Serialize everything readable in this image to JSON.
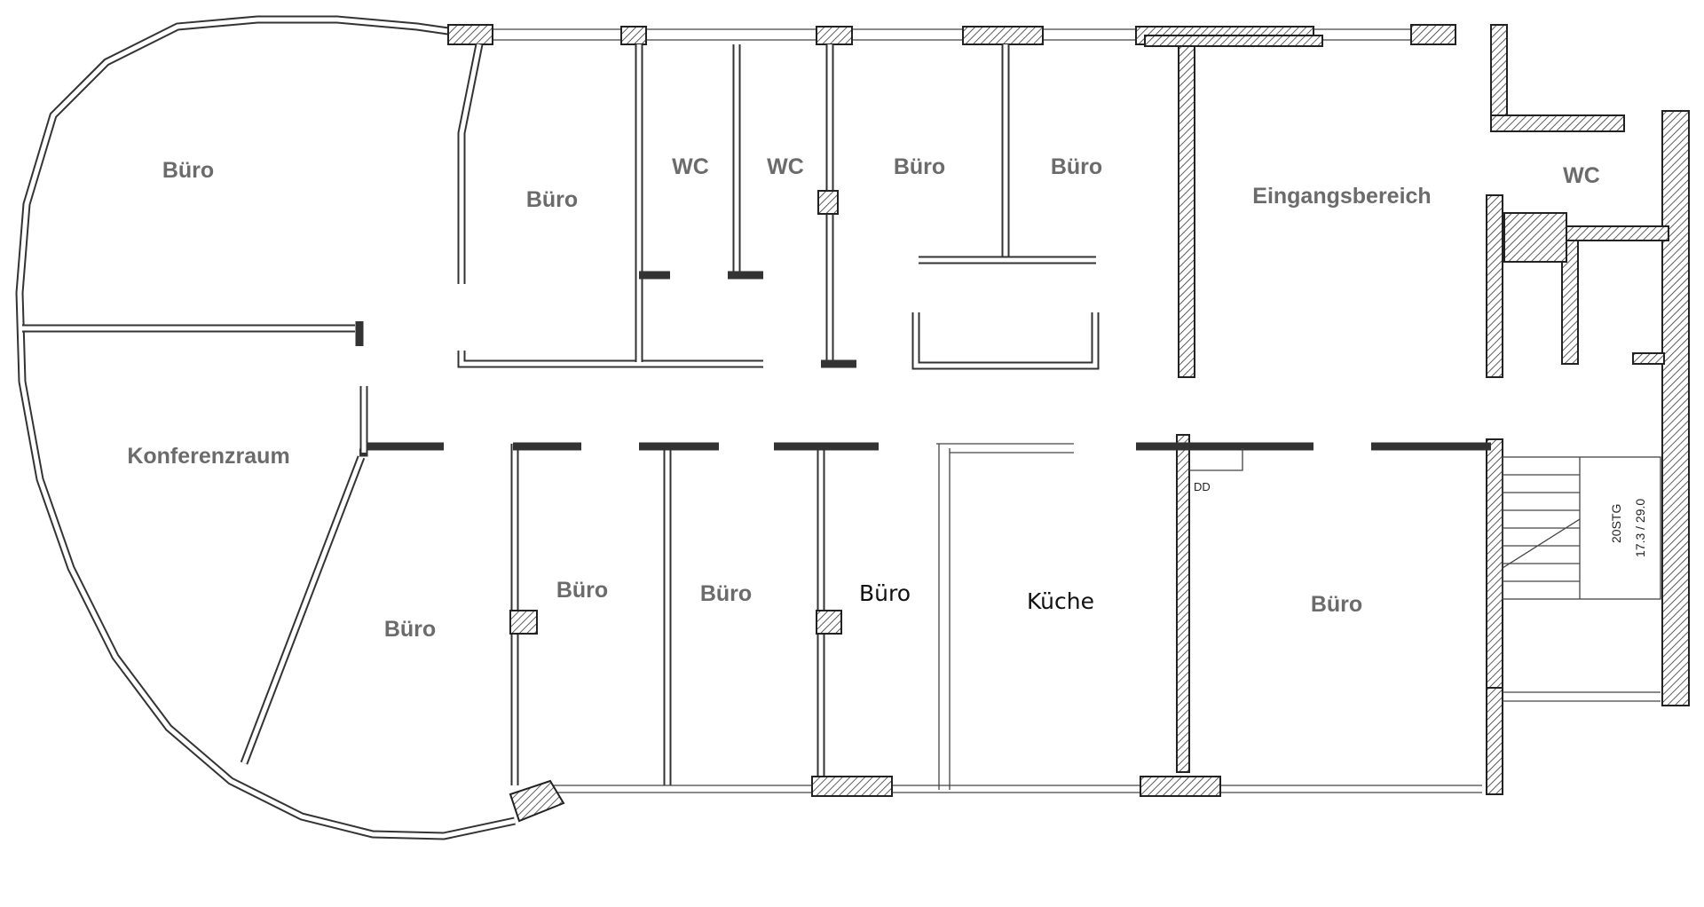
{
  "rooms": {
    "buero_round_top": "Büro",
    "konferenzraum": "Konferenzraum",
    "buero_round_bottom": "Büro",
    "buero_top_2": "Büro",
    "wc_1": "WC",
    "wc_2": "WC",
    "buero_top_3": "Büro",
    "buero_top_4": "Büro",
    "eingangsbereich": "Eingangsbereich",
    "wc_3": "WC",
    "buero_bottom_1": "Büro",
    "buero_bottom_2": "Büro",
    "buero_bottom_3": "Büro",
    "kueche": "Küche",
    "buero_bottom_4": "Büro"
  },
  "annotations": {
    "dd": "DD",
    "stair_steps": "20STG",
    "stair_dims": "17.3 / 29.0"
  },
  "colors": {
    "wall": "#333333",
    "label": "#6b6b6b",
    "label_dark": "#111111"
  }
}
